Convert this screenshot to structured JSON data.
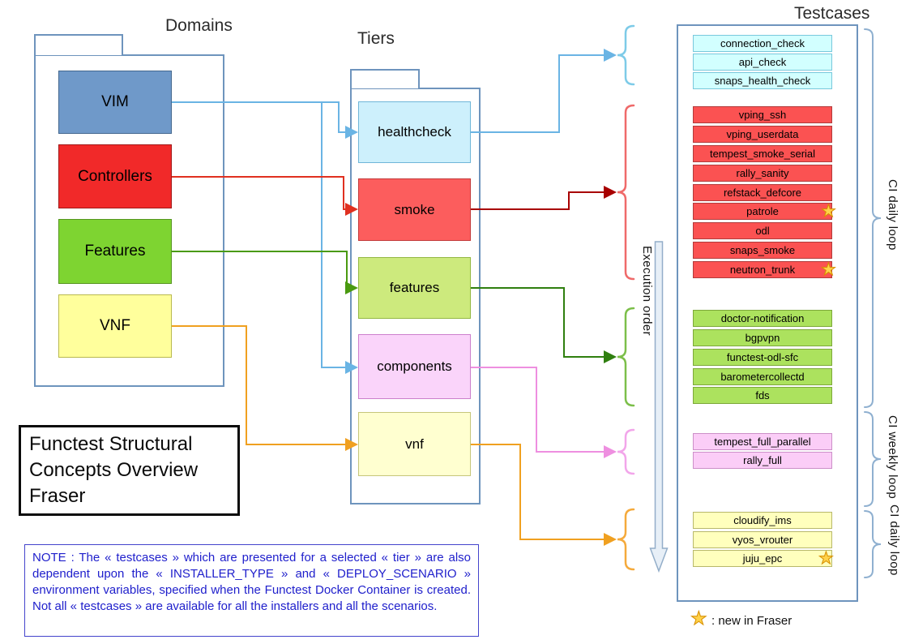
{
  "headers": {
    "domains": "Domains",
    "tiers": "Tiers",
    "testcases": "Testcases"
  },
  "title_box": "Functest Structural Concepts Overview Fraser",
  "execution_order": "Execution order",
  "domains": {
    "items": [
      {
        "label": "VIM"
      },
      {
        "label": "Controllers"
      },
      {
        "label": "Features"
      },
      {
        "label": "VNF"
      }
    ]
  },
  "tiers": {
    "items": [
      {
        "label": "healthcheck"
      },
      {
        "label": "smoke"
      },
      {
        "label": "features"
      },
      {
        "label": "components"
      },
      {
        "label": "vnf"
      }
    ]
  },
  "testcases": {
    "groups": [
      {
        "tier": "healthcheck",
        "items": [
          "connection_check",
          "api_check",
          "snaps_health_check"
        ]
      },
      {
        "tier": "smoke",
        "items": [
          "vping_ssh",
          "vping_userdata",
          "tempest_smoke_serial",
          "rally_sanity",
          "refstack_defcore",
          "patrole",
          "odl",
          "snaps_smoke",
          "neutron_trunk"
        ]
      },
      {
        "tier": "features",
        "items": [
          "doctor-notification",
          "bgpvpn",
          "functest-odl-sfc",
          "barometercollectd",
          "fds"
        ]
      },
      {
        "tier": "components",
        "items": [
          "tempest_full_parallel",
          "rally_full"
        ]
      },
      {
        "tier": "vnf",
        "items": [
          "cloudify_ims",
          "vyos_vrouter",
          "juju_epc"
        ]
      }
    ],
    "new_in_fraser": [
      "patrole",
      "neutron_trunk",
      "juju_epc"
    ]
  },
  "ci_loops": [
    {
      "label": "CI daily loop"
    },
    {
      "label": "CI weekly loop"
    },
    {
      "label": "CI daily loop"
    }
  ],
  "note": "NOTE : The « testcases » which are presented for a selected « tier » are also dependent upon the « INSTALLER_TYPE » and « DEPLOY_SCENARIO » environment variables, specified when the Functest Docker Container is created. Not all « testcases » are available for all the installers and all the scenarios.",
  "legend": {
    "star_icon": "★",
    "text": ": new  in Fraser"
  },
  "palette": {
    "vim_fill": "#6f99c9",
    "controllers_fill": "#f12929",
    "features_fill": "#7ed431",
    "vnf_fill": "#ffff9c",
    "tier_healthcheck_fill": "#cdf0fc",
    "tier_smoke_fill": "#fc5d5d",
    "tier_features_fill": "#cdea7d",
    "tier_components_fill": "#fad4fa",
    "tier_vnf_fill": "#ffffd0",
    "tc_healthcheck_fill": "#d2ffff",
    "tc_smoke_fill": "#fb5252",
    "tc_features_fill": "#ace25e",
    "tc_components_fill": "#fbcdf7",
    "tc_vnf_fill": "#ffffbd",
    "container_border": "#6e94bd",
    "note_text_color": "#2020cc",
    "star_color": "#ffd24a"
  }
}
